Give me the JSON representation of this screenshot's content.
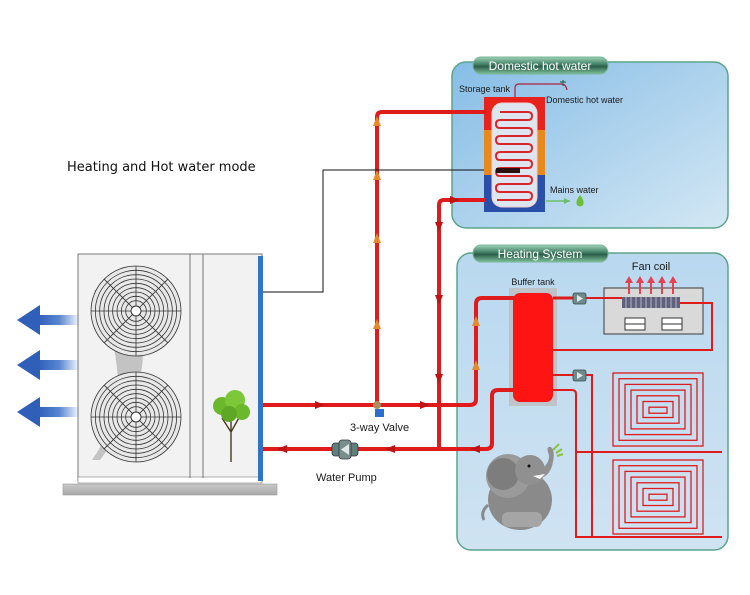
{
  "title": "Heating and Hot water mode",
  "colors": {
    "hot_pipe": "#e01b1b",
    "flow_arrow": "#e8892b",
    "panel_fill_top": "#8fc0e4",
    "panel_fill_bottom": "#cfe4f3",
    "panel_border": "#5aa58a",
    "panel_title_bg": "#2f6b55",
    "air_arrow": "#3468c4",
    "tank_hot": "#e8221c",
    "tank_mid": "#e8891e",
    "tank_cold": "#2a4fa8",
    "tree_green": "#6cb82b"
  },
  "heat_pump": {
    "air_arrows": 3,
    "fans": 2
  },
  "valves": {
    "three_way_valve": "3-way Valve",
    "water_pump": "Water Pump"
  },
  "domestic_hot_water_panel": {
    "title": "Domestic hot water",
    "storage_tank_label": "Storage tank",
    "outlet_label": "Domestic hot water",
    "inlet_label": "Mains water"
  },
  "heating_system_panel": {
    "title": "Heating System",
    "buffer_tank_label": "Buffer tank",
    "fan_coil_label": "Fan coil",
    "underfloor_loops": 2
  }
}
